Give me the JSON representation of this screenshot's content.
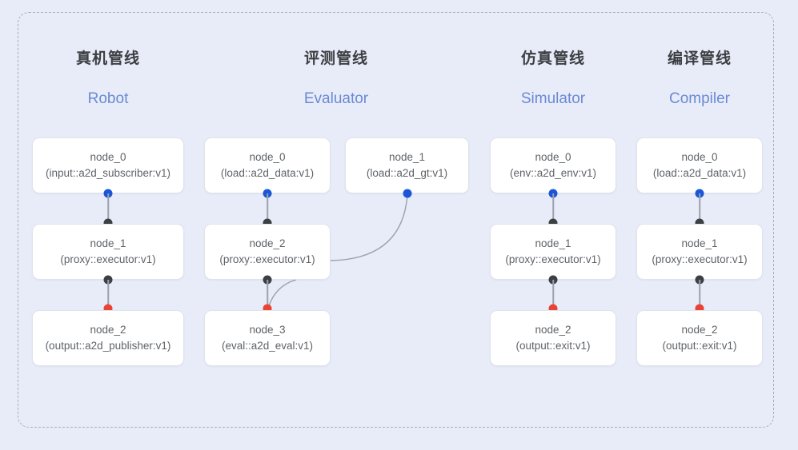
{
  "diagram": {
    "frame": {
      "style": "dashed-rounded-container"
    },
    "columns": [
      {
        "id": "robot",
        "title_cn": "真机管线",
        "title_en": "Robot",
        "nodes": [
          {
            "name": "node_0",
            "spec": "(input::a2d_subscriber:v1)"
          },
          {
            "name": "node_1",
            "spec": "(proxy::executor:v1)"
          },
          {
            "name": "node_2",
            "spec": "(output::a2d_publisher:v1)"
          }
        ]
      },
      {
        "id": "evaluator",
        "title_cn": "评测管线",
        "title_en": "Evaluator",
        "nodes": [
          {
            "name": "node_0",
            "spec": "(load::a2d_data:v1)"
          },
          {
            "name": "node_1",
            "spec": "(load::a2d_gt:v1)"
          },
          {
            "name": "node_2",
            "spec": "(proxy::executor:v1)"
          },
          {
            "name": "node_3",
            "spec": "(eval::a2d_eval:v1)"
          }
        ]
      },
      {
        "id": "simulator",
        "title_cn": "仿真管线",
        "title_en": "Simulator",
        "nodes": [
          {
            "name": "node_0",
            "spec": "(env::a2d_env:v1)"
          },
          {
            "name": "node_1",
            "spec": "(proxy::executor:v1)"
          },
          {
            "name": "node_2",
            "spec": "(output::exit:v1)"
          }
        ]
      },
      {
        "id": "compiler",
        "title_cn": "编译管线",
        "title_en": "Compiler",
        "nodes": [
          {
            "name": "node_0",
            "spec": "(load::a2d_data:v1)"
          },
          {
            "name": "node_1",
            "spec": "(proxy::executor:v1)"
          },
          {
            "name": "node_2",
            "spec": "(output::exit:v1)"
          }
        ]
      }
    ],
    "colors": {
      "background": "#e8ecf8",
      "frame_border": "#a8adbd",
      "node_fill": "#ffffff",
      "node_border": "#dfe3ec",
      "text_cn": "#3c4043",
      "text_en": "#6a8ad4",
      "node_text": "#5f6368",
      "dot_output": "#1a56d6",
      "dot_input": "#3c4043",
      "dot_terminal": "#ea4335",
      "edge": "#9aa0ac"
    },
    "port_legend": {
      "blue": "output-port",
      "black": "input-port",
      "red": "terminal-port"
    }
  }
}
